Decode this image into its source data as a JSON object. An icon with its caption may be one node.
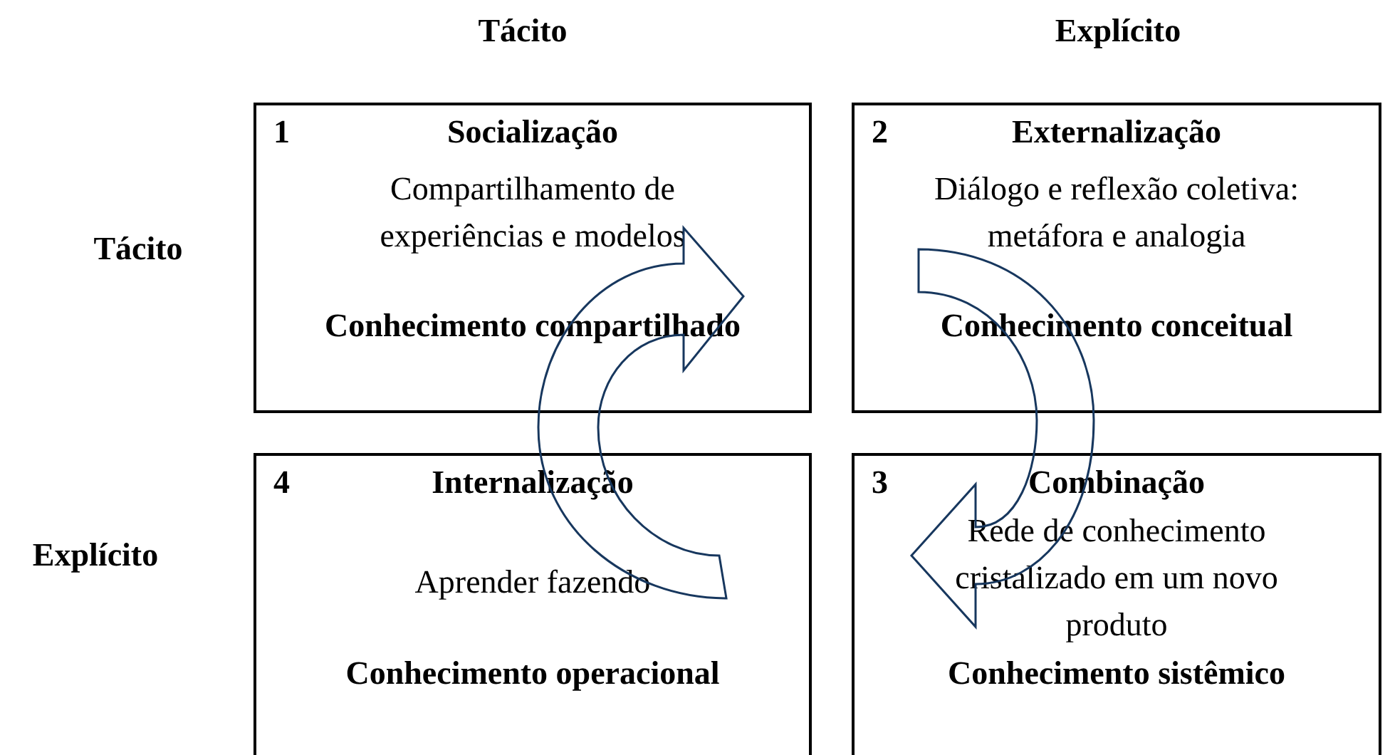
{
  "diagram": {
    "nodes": [
      {
        "text": [
          "1",
          "Socialização",
          "Compartilhamento de experiências e modelos",
          "Conhecimento compartilhado"
        ]
      },
      {
        "text": [
          "2",
          "Externalização",
          "Diálogo e reflexão coletiva: metáfora e analogia",
          "Conhecimento conceitual"
        ]
      },
      {
        "text": [
          "4",
          "Internalização",
          "Aprender fazendo",
          "Conhecimento operacional"
        ]
      },
      {
        "text": [
          "3",
          "Combinação",
          "Rede de conhecimento cristalizado em um novo produto",
          "Conhecimento sistêmico"
        ]
      }
    ],
    "edges": [
      {
        "from": 2,
        "to": 0,
        "arrow": "to",
        "style": "thick"
      },
      {
        "from": 1,
        "to": 3,
        "arrow": "to",
        "style": "thick"
      }
    ],
    "labels": [
      "Tácito",
      "Explícito",
      "Tácito",
      "Explícito"
    ]
  }
}
